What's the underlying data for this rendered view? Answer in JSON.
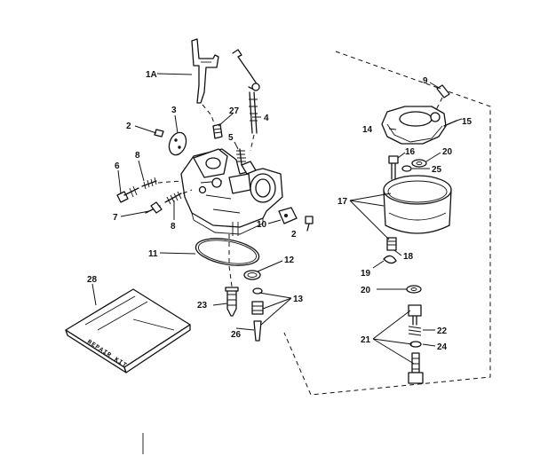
{
  "callouts": {
    "c1a": "1A",
    "c2a": "2",
    "c2b": "2",
    "c3": "3",
    "c4": "4",
    "c5": "5",
    "c6": "6",
    "c7": "7",
    "c8a": "8",
    "c8b": "8",
    "c9": "9",
    "c10": "10",
    "c11": "11",
    "c12": "12",
    "c13": "13",
    "c14": "14",
    "c15": "15",
    "c16": "16",
    "c17": "17",
    "c18": "18",
    "c19": "19",
    "c20a": "20",
    "c20b": "20",
    "c21": "21",
    "c22": "22",
    "c23": "23",
    "c24": "24",
    "c25": "25",
    "c26": "26",
    "c27": "27",
    "c28": "28"
  },
  "repair_kit_text": "REPAIR KIT"
}
